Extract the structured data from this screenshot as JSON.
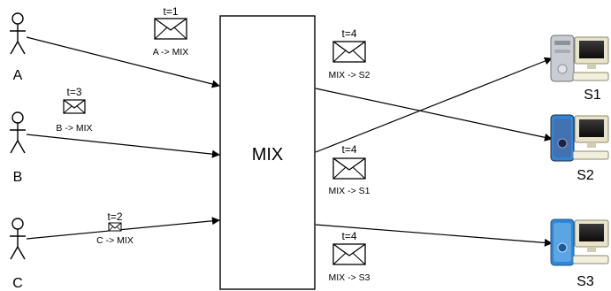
{
  "mix": {
    "label": "MIX"
  },
  "senders": [
    {
      "id": "A",
      "label": "A"
    },
    {
      "id": "B",
      "label": "B"
    },
    {
      "id": "C",
      "label": "C"
    }
  ],
  "servers": [
    {
      "id": "S1",
      "label": "S1",
      "case_color": "#c9ccd2"
    },
    {
      "id": "S2",
      "label": "S2",
      "case_color": "#3b4a72"
    },
    {
      "id": "S3",
      "label": "S3",
      "case_color": "#2f86d6"
    }
  ],
  "messages": {
    "a_to_mix": {
      "time": "t=1",
      "route": "A -> MIX"
    },
    "b_to_mix": {
      "time": "t=3",
      "route": "B -> MIX"
    },
    "c_to_mix": {
      "time": "t=2",
      "route": "C -> MIX"
    },
    "mix_to_s2": {
      "time": "t=4",
      "route": "MIX -> S2"
    },
    "mix_to_s1": {
      "time": "t=4",
      "route": "MIX -> S1"
    },
    "mix_to_s3": {
      "time": "t=4",
      "route": "MIX -> S3"
    }
  },
  "icons": {
    "person": "person-icon",
    "envelope": "envelope-icon",
    "computer": "computer-icon"
  }
}
